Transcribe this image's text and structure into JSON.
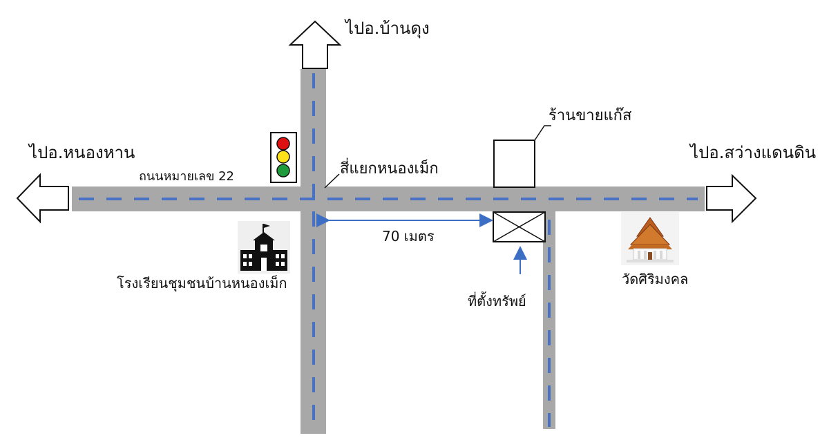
{
  "labels": {
    "north_destination": "ไปอ.บ้านดุง",
    "west_destination": "ไปอ.หนองหาน",
    "east_destination": "ไปอ.สว่างแดนดิน",
    "road_name": "ถนนหมายเลข 22",
    "intersection": "สี่แยกหนองเม็ก",
    "gas_shop": "ร้านขายแก๊ส",
    "distance": "70 เมตร",
    "school": "โรงเรียนชุมชนบ้านหนองเม็ก",
    "property": "ที่ตั้งทรัพย์",
    "temple": "วัดศิริมงคล"
  },
  "icons": {
    "traffic_light": "traffic-light-icon",
    "school": "school-icon",
    "temple": "temple-icon",
    "property": "property-marker-icon"
  },
  "colors": {
    "road": "#a8a8a8",
    "dash": "#4a72c4",
    "arrow_stroke": "#111111",
    "traffic_red": "#dd1111",
    "traffic_yellow": "#ffe11a",
    "traffic_green": "#1f9b3b",
    "measurement": "#3c6fc4"
  }
}
